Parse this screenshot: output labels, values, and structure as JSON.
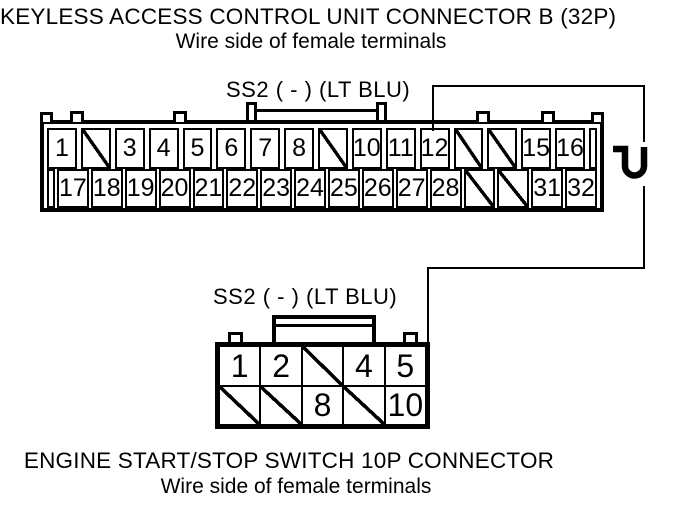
{
  "colors": {
    "ink": "#000000",
    "paper": "#ffffff"
  },
  "top_section": {
    "title": "KEYLESS ACCESS CONTROL UNIT CONNECTOR B (32P)",
    "subtitle": "Wire side of female terminals",
    "wire_label": "SS2 ( - ) (LT BLU)"
  },
  "connector_32p": {
    "top_row": [
      "1",
      null,
      "3",
      "4",
      "5",
      "6",
      "7",
      "8",
      null,
      "10",
      "11",
      "12",
      null,
      null,
      "15",
      "16"
    ],
    "bottom_row": [
      "17",
      "18",
      "19",
      "20",
      "21",
      "22",
      "23",
      "24",
      "25",
      "26",
      "27",
      "28",
      null,
      null,
      "31",
      "32"
    ]
  },
  "bottom_section": {
    "wire_label": "SS2 ( - ) (LT BLU)",
    "title": "ENGINE START/STOP SWITCH 10P CONNECTOR",
    "subtitle": "Wire side of female terminals"
  },
  "connector_10p": {
    "top_row": [
      "1",
      "2",
      null,
      "4",
      "5"
    ],
    "bottom_row": [
      null,
      null,
      "8",
      null,
      "10"
    ]
  },
  "icons": {
    "wire_clip": "u-shaped-clip"
  }
}
